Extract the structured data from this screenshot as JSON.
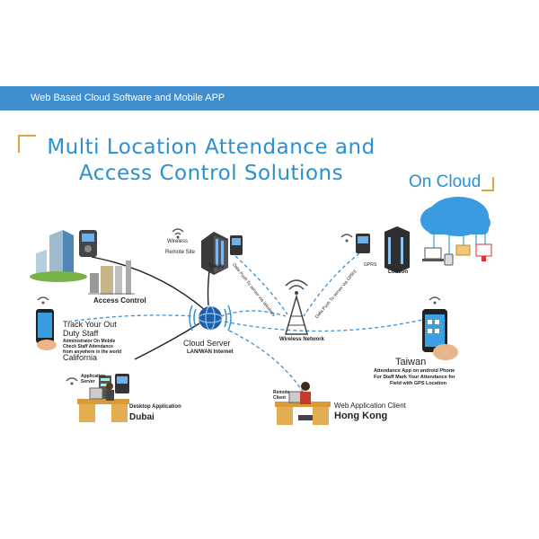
{
  "header": {
    "text": "Web Based Cloud Software and Mobile APP"
  },
  "title": {
    "line1": "Multi Location Attendance and",
    "line2": "Access Control Solutions"
  },
  "cloud": {
    "label": "On Cloud"
  },
  "server": {
    "name": "Cloud Server",
    "subtitle": "LAN/WAN Internet"
  },
  "access": {
    "label": "Access Control"
  },
  "wireless_site": {
    "label1": "Wireless",
    "label2": "Remote Site",
    "city": "Tokyo"
  },
  "wireless_network": {
    "label": "Wireless Network"
  },
  "london": {
    "city": "London",
    "gprs": "GPRS"
  },
  "california": {
    "line1": "Track Your Out",
    "line2": "Duty Staff",
    "line3": "Administrator On Mobile",
    "line4": "Check Staff Attendance",
    "line5": "from anywhere in the world",
    "city": "California"
  },
  "dubai": {
    "app_label1": "Application",
    "app_label2": "Server",
    "desktop": "Desktop Application",
    "city": "Dubai"
  },
  "hongkong": {
    "remote1": "Remote",
    "remote2": "Client",
    "client": "Web Application Client",
    "city": "Hong Kong"
  },
  "taiwan": {
    "city": "Taiwan",
    "line1": "Attendance App on android Phone",
    "line2": "For Staff Mark Your Attendance for",
    "line3": "Field with GPS Location"
  },
  "link_labels": {
    "tokyo_to_network": "Data Push To server via Wireless",
    "london_to_network": "Data Push To server via GPRS"
  },
  "colors": {
    "header_bg": "#3f8fd0",
    "title": "#2b8fd0",
    "accent": "#e0a341",
    "cloud": "#3a9be0",
    "link": "#3b8fd6"
  }
}
